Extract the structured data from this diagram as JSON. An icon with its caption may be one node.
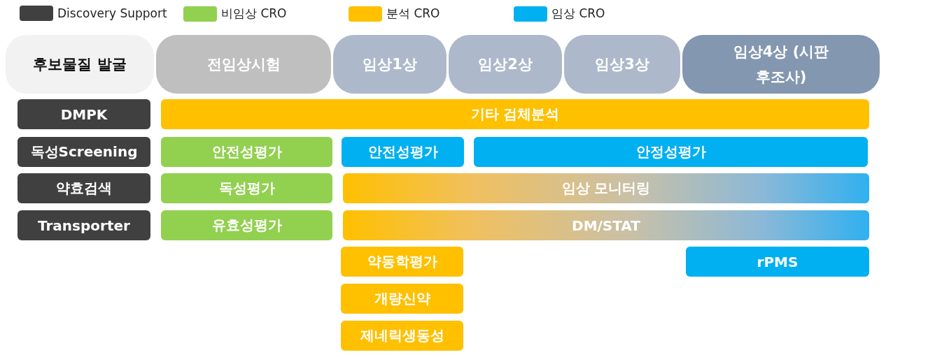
{
  "diagram": {
    "nodes": [
      {
        "text": [
          "후보물질 발굴"
        ]
      },
      {
        "text": [
          "전임상시험"
        ]
      },
      {
        "text": [
          "임상1상"
        ]
      },
      {
        "text": [
          "임상2상"
        ]
      },
      {
        "text": [
          "임상3상"
        ]
      },
      {
        "text": [
          "임상4상 (시판후조사)"
        ]
      },
      {
        "text": [
          "DMPK"
        ]
      },
      {
        "text": [
          "기타 검체분석"
        ]
      },
      {
        "text": [
          "독성Screening"
        ]
      },
      {
        "text": [
          "안전성평가"
        ]
      },
      {
        "text": [
          "안전성평가"
        ]
      },
      {
        "text": [
          "안정성평가"
        ]
      },
      {
        "text": [
          "약효검색"
        ]
      },
      {
        "text": [
          "독성평가"
        ]
      },
      {
        "text": [
          "임상 모니터링"
        ]
      },
      {
        "text": [
          "Transporter"
        ]
      },
      {
        "text": [
          "유효성평가"
        ]
      },
      {
        "text": [
          "DM/STAT"
        ]
      },
      {
        "text": [
          "약동학평가"
        ]
      },
      {
        "text": [
          "rPMS"
        ]
      },
      {
        "text": [
          "개량신약"
        ]
      },
      {
        "text": [
          "제네릭생동성"
        ]
      }
    ],
    "edges": [],
    "legend": [
      {
        "text": "Discovery Support",
        "color": "#404040"
      },
      {
        "text": "비임상 CRO",
        "color": "#92d050"
      },
      {
        "text": "분석 CRO",
        "color": "#ffc000"
      },
      {
        "text": "임상 CRO",
        "color": "#00b0f0"
      }
    ]
  }
}
